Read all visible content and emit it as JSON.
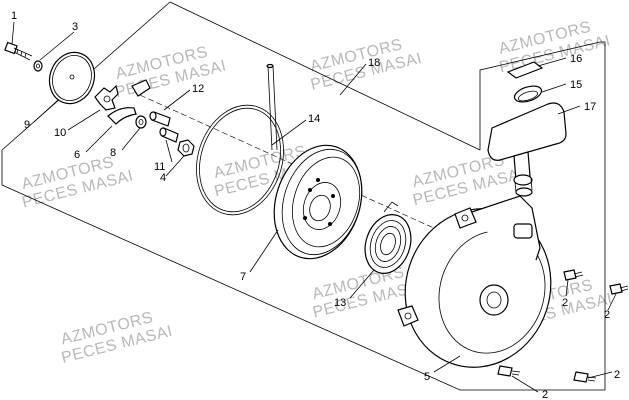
{
  "watermark": {
    "line1": "AZMOTORS",
    "line2": "PECES MASAI"
  },
  "callouts": {
    "c1": "1",
    "c2a": "2",
    "c2b": "2",
    "c2c": "2",
    "c2d": "2",
    "c3": "3",
    "c4": "4",
    "c5": "5",
    "c6": "6",
    "c7": "7",
    "c8": "8",
    "c9": "9",
    "c10": "10",
    "c11": "11",
    "c12": "12",
    "c13": "13",
    "c14": "14",
    "c15": "15",
    "c16": "16",
    "c17": "17",
    "c18": "18"
  }
}
